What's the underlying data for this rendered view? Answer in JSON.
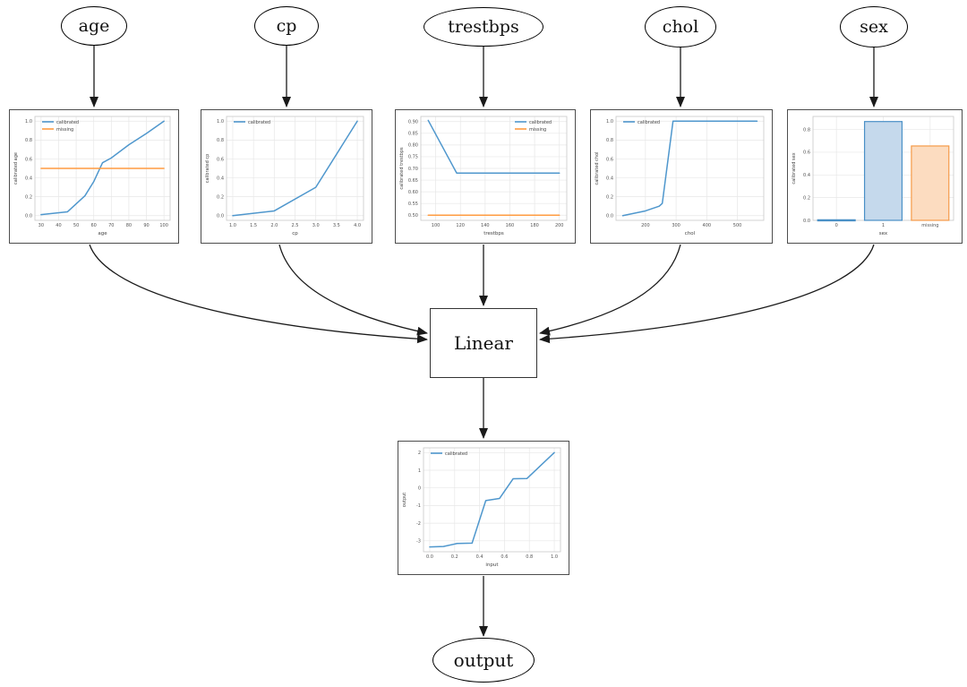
{
  "diagram": {
    "nodes": {
      "age": {
        "label": "age"
      },
      "cp": {
        "label": "cp"
      },
      "trestbps": {
        "label": "trestbps"
      },
      "chol": {
        "label": "chol"
      },
      "sex": {
        "label": "sex"
      },
      "linear": {
        "label": "Linear"
      },
      "output": {
        "label": "output"
      }
    }
  },
  "colors": {
    "calibrated_line": "#4f97cd",
    "missing_line": "#ff9c42",
    "bar_blue_fill": "#c5d9ec",
    "bar_blue_edge": "#4a90c6",
    "bar_orange_fill": "#fcdcc0",
    "bar_orange_edge": "#f59a48",
    "edge_color": "#1a1a1a",
    "grid_color": "#e7e7e7",
    "tick_text": "#555555"
  },
  "chart_data": [
    {
      "id": "calibrator-age",
      "type": "line",
      "xlabel": "age",
      "ylabel": "calibrated age",
      "xlim": [
        26.5,
        103.5
      ],
      "ylim": [
        -0.05,
        1.05
      ],
      "xticks": [
        "30",
        "40",
        "50",
        "60",
        "70",
        "80",
        "90",
        "100"
      ],
      "yticks": [
        "0.0",
        "0.2",
        "0.4",
        "0.6",
        "0.8",
        "1.0"
      ],
      "legend_pos": "tl",
      "grid": true,
      "series": [
        {
          "name": "calibrated",
          "color": "#4f97cd",
          "x": [
            30,
            45,
            55,
            60,
            65,
            70,
            80,
            90,
            100
          ],
          "y": [
            0.01,
            0.04,
            0.21,
            0.36,
            0.56,
            0.61,
            0.75,
            0.87,
            1.0
          ]
        },
        {
          "name": "missing",
          "color": "#ff9c42",
          "x": [
            30,
            100
          ],
          "y": [
            0.5,
            0.5
          ]
        }
      ]
    },
    {
      "id": "calibrator-cp",
      "type": "line",
      "xlabel": "cp",
      "ylabel": "calibrated cp",
      "xlim": [
        0.85,
        4.15
      ],
      "ylim": [
        -0.05,
        1.05
      ],
      "xticks": [
        "1.0",
        "1.5",
        "2.0",
        "2.5",
        "3.0",
        "3.5",
        "4.0"
      ],
      "yticks": [
        "0.0",
        "0.2",
        "0.4",
        "0.6",
        "0.8",
        "1.0"
      ],
      "legend_pos": "tl",
      "grid": true,
      "series": [
        {
          "name": "calibrated",
          "color": "#4f97cd",
          "x": [
            1.0,
            2.0,
            3.0,
            4.0
          ],
          "y": [
            0.0,
            0.05,
            0.3,
            1.0
          ]
        }
      ]
    },
    {
      "id": "calibrator-trestbps",
      "type": "line",
      "xlabel": "trestbps",
      "ylabel": "calibrated trestbps",
      "xlim": [
        88,
        206
      ],
      "ylim": [
        0.478,
        0.922
      ],
      "xticks": [
        "100",
        "120",
        "140",
        "160",
        "180",
        "200"
      ],
      "yticks": [
        "0.50",
        "0.55",
        "0.60",
        "0.65",
        "0.70",
        "0.75",
        "0.80",
        "0.85",
        "0.90"
      ],
      "legend_pos": "tr",
      "grid": true,
      "series": [
        {
          "name": "calibrated",
          "color": "#4f97cd",
          "x": [
            94,
            117,
            200
          ],
          "y": [
            0.905,
            0.68,
            0.68
          ]
        },
        {
          "name": "missing",
          "color": "#ff9c42",
          "x": [
            94,
            200
          ],
          "y": [
            0.5,
            0.5
          ]
        }
      ]
    },
    {
      "id": "calibrator-chol",
      "type": "line",
      "xlabel": "chol",
      "ylabel": "calibrated chol",
      "xlim": [
        104,
        586
      ],
      "ylim": [
        -0.05,
        1.05
      ],
      "xticks": [
        "200",
        "300",
        "400",
        "500"
      ],
      "yticks": [
        "0.0",
        "0.2",
        "0.4",
        "0.6",
        "0.8",
        "1.0"
      ],
      "legend_pos": "tl",
      "grid": true,
      "series": [
        {
          "name": "calibrated",
          "color": "#4f97cd",
          "x": [
            126,
            200,
            245,
            255,
            290,
            564
          ],
          "y": [
            0.0,
            0.05,
            0.1,
            0.13,
            1.0,
            1.0
          ]
        }
      ]
    },
    {
      "id": "calibrator-sex",
      "type": "bar",
      "xlabel": "sex",
      "ylabel": "calibrated sex",
      "categories": [
        "0",
        "1",
        "missing"
      ],
      "values": [
        0.005,
        0.87,
        0.655
      ],
      "yticks": [
        "0.0",
        "0.2",
        "0.4",
        "0.6",
        "0.8"
      ],
      "ylim": [
        0,
        0.915
      ],
      "grid": true,
      "bar_styles": [
        {
          "fill": "#c5d9ec",
          "edge": "#4a90c6"
        },
        {
          "fill": "#c5d9ec",
          "edge": "#4a90c6"
        },
        {
          "fill": "#fcdcc0",
          "edge": "#f59a48"
        }
      ]
    },
    {
      "id": "output-calibrator",
      "type": "line",
      "xlabel": "input",
      "ylabel": "output",
      "xlim": [
        -0.05,
        1.05
      ],
      "ylim": [
        -3.62,
        2.27
      ],
      "xticks": [
        "0.0",
        "0.2",
        "0.4",
        "0.6",
        "0.8",
        "1.0"
      ],
      "yticks": [
        "-3",
        "-2",
        "-1",
        "0",
        "1",
        "2"
      ],
      "legend_pos": "tl",
      "grid": true,
      "series": [
        {
          "name": "calibrated",
          "color": "#4f97cd",
          "x": [
            0.0,
            0.11,
            0.22,
            0.34,
            0.45,
            0.56,
            0.67,
            0.78,
            1.0
          ],
          "y": [
            -3.35,
            -3.32,
            -3.15,
            -3.13,
            -0.72,
            -0.6,
            0.52,
            0.53,
            2.0
          ]
        }
      ]
    }
  ]
}
